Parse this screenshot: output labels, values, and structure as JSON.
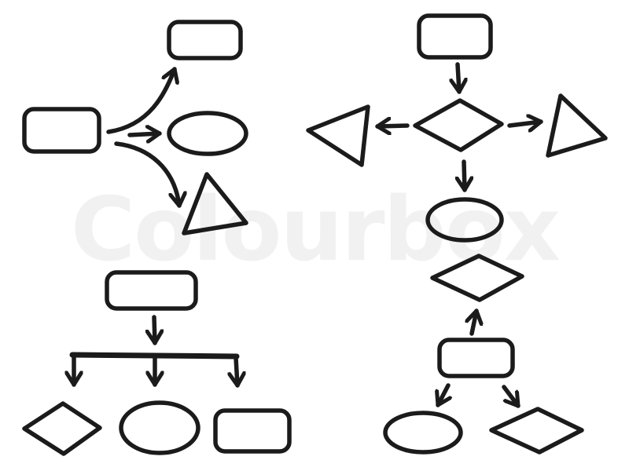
{
  "watermark": {
    "text": "Colourbox",
    "color": "#f1f1f1"
  },
  "style": {
    "stroke_color": "#1b1b1b",
    "background": "#ffffff"
  },
  "diagrams": [
    {
      "id": "fan-out-top-left",
      "nodes": [
        {
          "id": "source",
          "shape": "rounded-rectangle"
        },
        {
          "id": "target-1",
          "shape": "rounded-rectangle"
        },
        {
          "id": "target-2",
          "shape": "ellipse"
        },
        {
          "id": "target-3",
          "shape": "triangle"
        }
      ],
      "edges": [
        {
          "from": "source",
          "to": "target-1",
          "style": "curved-arrow"
        },
        {
          "from": "source",
          "to": "target-2",
          "style": "straight-arrow"
        },
        {
          "from": "source",
          "to": "target-3",
          "style": "curved-arrow"
        }
      ]
    },
    {
      "id": "hub-top-right",
      "nodes": [
        {
          "id": "start",
          "shape": "rounded-rectangle"
        },
        {
          "id": "decision",
          "shape": "diamond"
        },
        {
          "id": "left",
          "shape": "triangle"
        },
        {
          "id": "right",
          "shape": "triangle"
        },
        {
          "id": "bottom",
          "shape": "ellipse"
        }
      ],
      "edges": [
        {
          "from": "start",
          "to": "decision"
        },
        {
          "from": "decision",
          "to": "left"
        },
        {
          "from": "decision",
          "to": "right"
        },
        {
          "from": "decision",
          "to": "bottom"
        }
      ]
    },
    {
      "id": "tree-bottom-left",
      "nodes": [
        {
          "id": "root",
          "shape": "rounded-rectangle"
        },
        {
          "id": "child-1",
          "shape": "diamond"
        },
        {
          "id": "child-2",
          "shape": "ellipse"
        },
        {
          "id": "child-3",
          "shape": "rounded-rectangle"
        }
      ],
      "edges": [
        {
          "from": "root",
          "to": "bus"
        },
        {
          "from": "bus",
          "to": "child-1"
        },
        {
          "from": "bus",
          "to": "child-2"
        },
        {
          "from": "bus",
          "to": "child-3"
        }
      ]
    },
    {
      "id": "branch-bottom-right",
      "nodes": [
        {
          "id": "center",
          "shape": "rounded-rectangle"
        },
        {
          "id": "up",
          "shape": "diamond"
        },
        {
          "id": "down-left",
          "shape": "ellipse"
        },
        {
          "id": "down-right",
          "shape": "diamond"
        }
      ],
      "edges": [
        {
          "from": "center",
          "to": "up"
        },
        {
          "from": "center",
          "to": "down-left"
        },
        {
          "from": "center",
          "to": "down-right"
        }
      ]
    }
  ]
}
